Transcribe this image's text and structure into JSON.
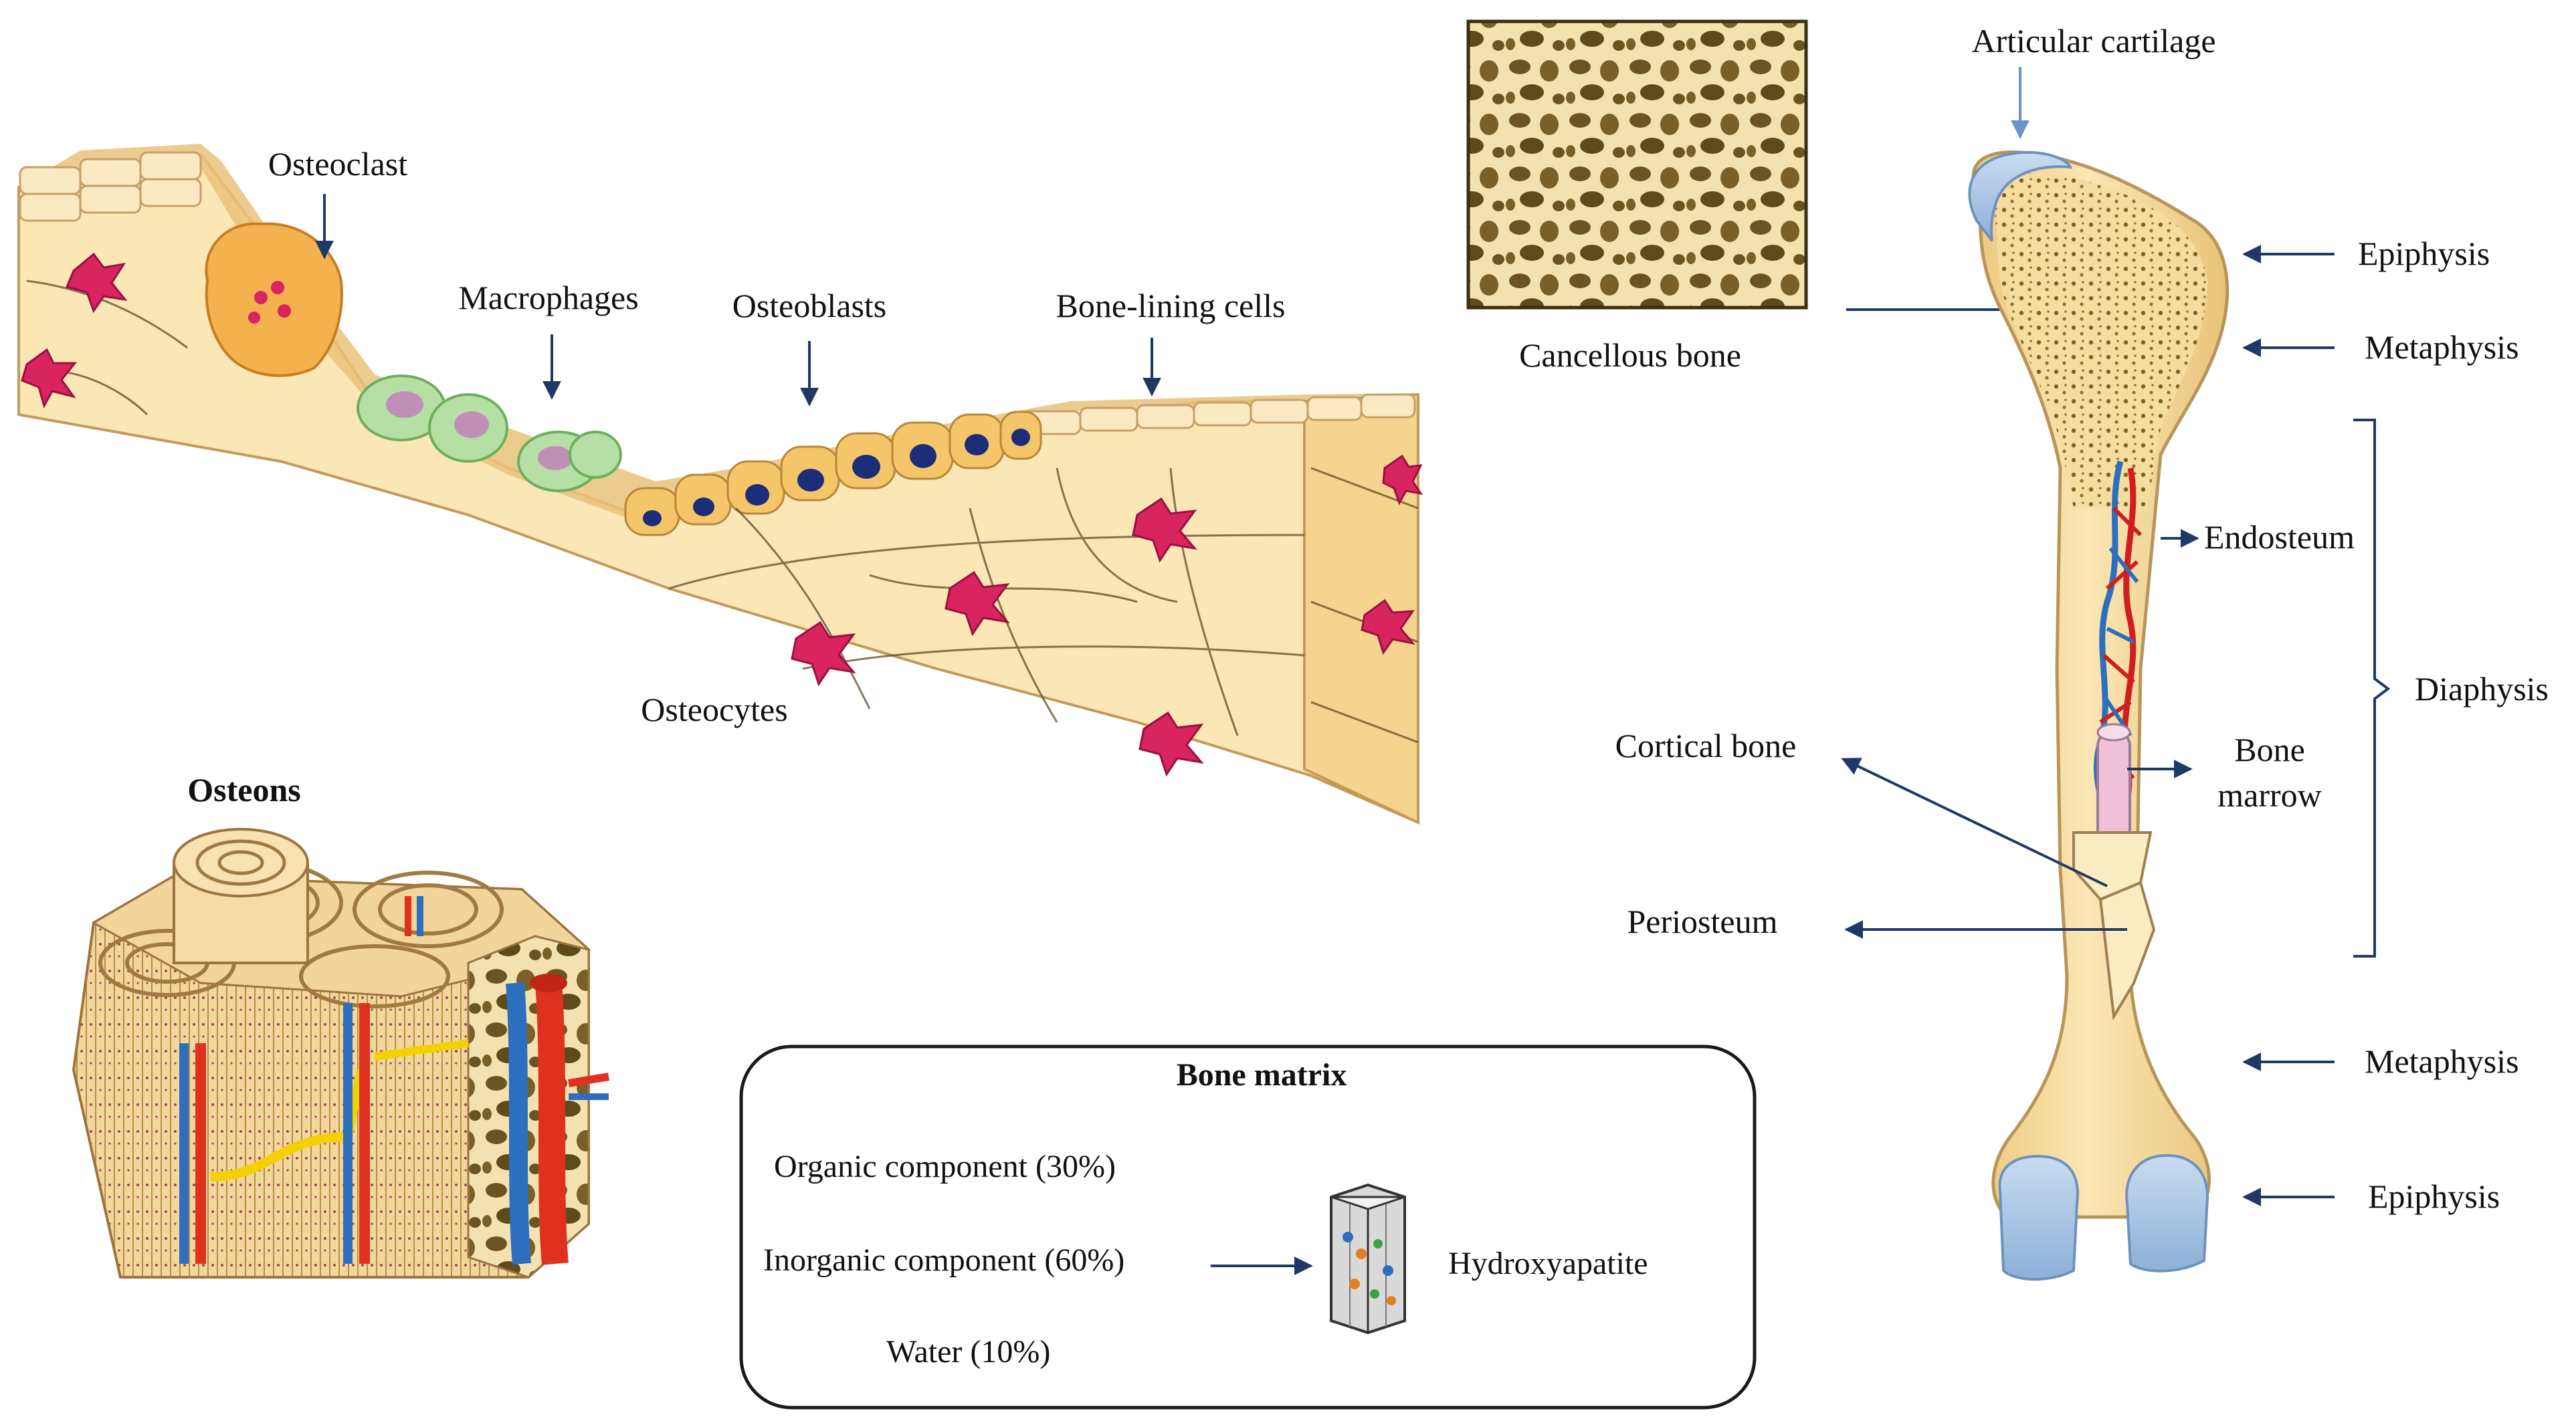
{
  "labels": {
    "osteoclast": "Osteoclast",
    "macrophages": "Macrophages",
    "osteoblasts": "Osteoblasts",
    "bone_lining_cells": "Bone-lining  cells",
    "osteocytes": "Osteocytes",
    "osteons": "Osteons",
    "cancellous_bone": "Cancellous bone",
    "articular_cartilage": "Articular  cartilage",
    "epiphysis_top": "Epiphysis",
    "metaphysis_top": "Metaphysis",
    "endosteum": "Endosteum",
    "diaphysis": "Diaphysis",
    "cortical_bone": "Cortical bone",
    "bone_marrow_line1": "Bone",
    "bone_marrow_line2": "marrow",
    "periosteum": "Periosteum",
    "metaphysis_bottom": "Metaphysis",
    "epiphysis_bottom": "Epiphysis"
  },
  "bone_matrix": {
    "title": "Bone matrix",
    "organic": "Organic component (30%)",
    "inorganic": "Inorganic component (60%)",
    "water": "Water (10%)",
    "hydroxyapatite": "Hydroxyapatite"
  },
  "colors": {
    "bone_fill": "#f6dc9a",
    "bone_light": "#fbe9bd",
    "bone_edge": "#b8955a",
    "osteocyte": "#d8245f",
    "osteoblast_nucleus": "#1c2e7a",
    "macrophage": "#a9d79a",
    "cartilage": "#a9c6e6",
    "arrow": "#1f3864",
    "vessel_red": "#e0311f",
    "vessel_blue": "#2d6fbf",
    "vessel_yellow": "#f5d000"
  }
}
